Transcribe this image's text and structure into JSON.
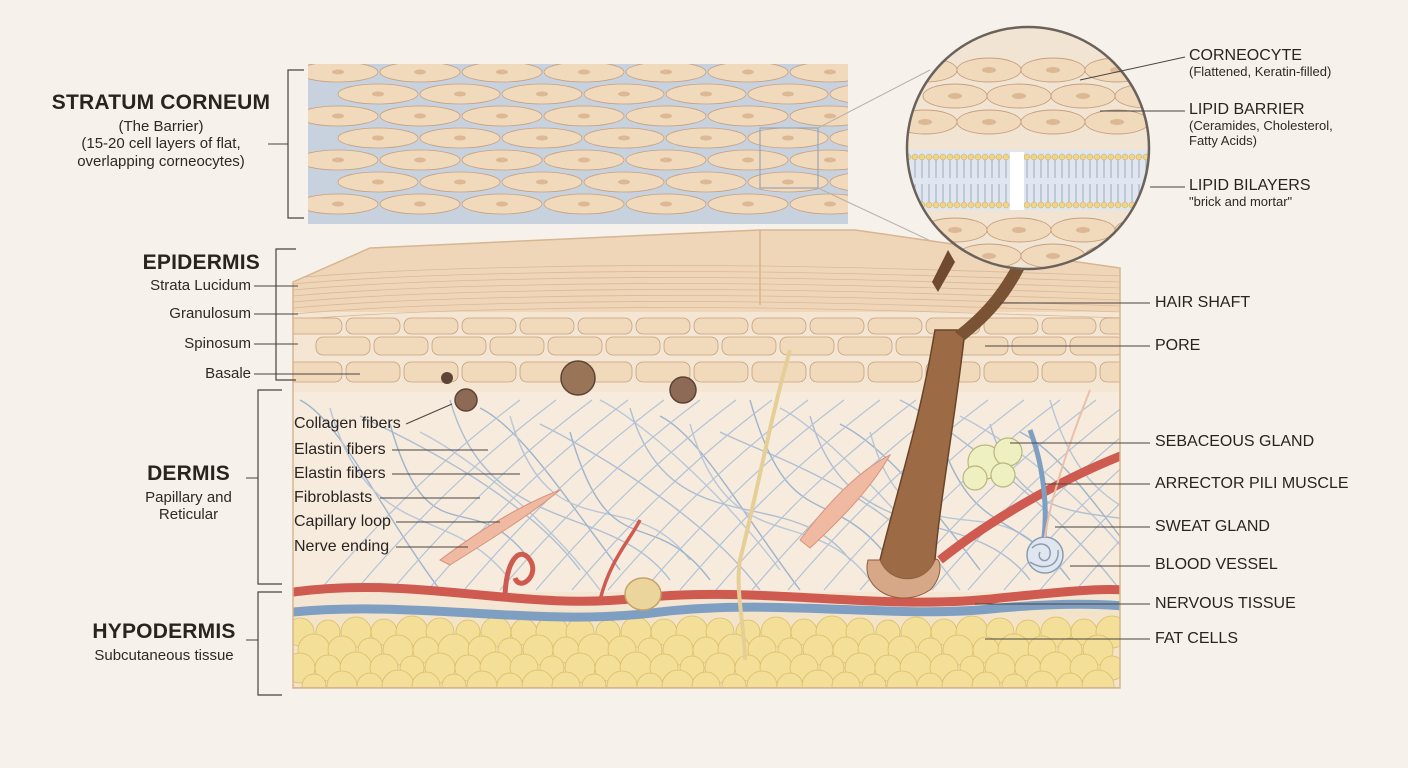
{
  "left_groups": {
    "stratum_corneum": {
      "title": "STRATUM CORNEUM",
      "lines": [
        "(The Barrier)",
        "(15-20 cell layers of flat,",
        "overlapping corneocytes)"
      ]
    },
    "epidermis": {
      "title": "EPIDERMIS",
      "layers": [
        "Strata Lucidum",
        "Granulosum",
        "Spinosum",
        "Basale"
      ]
    },
    "dermis": {
      "title": "DERMIS",
      "lines": [
        "Papillary and",
        "Reticular"
      ]
    },
    "hypodermis": {
      "title": "HYPODERMIS",
      "lines": [
        "Subcutaneous tissue"
      ]
    }
  },
  "dermis_labels": [
    "Collagen fibers",
    "Elastin fibers",
    "Elastin fibers",
    "Fibroblasts",
    "Capillary loop",
    "Nerve ending"
  ],
  "inset_labels": [
    {
      "title": "CORNEOCYTE",
      "detail": [
        "(Flattened, Keratin-filled)"
      ]
    },
    {
      "title": "LIPID BARRIER",
      "detail": [
        "(Ceramides, Cholesterol,",
        "Fatty Acids)"
      ]
    },
    {
      "title": "LIPID BILAYERS",
      "detail": [
        "\"brick and mortar\""
      ]
    }
  ],
  "right_labels": [
    "HAIR SHAFT",
    "PORE",
    "SEBACEOUS GLAND",
    "ARRECTOR PILI MUSCLE",
    "SWEAT GLAND",
    "BLOOD VESSEL",
    "NERVOUS TISSUE",
    "FAT CELLS"
  ],
  "colors": {
    "background": "#f6f1ea",
    "cell_fill": "#f1d9bc",
    "cell_stroke": "#c7a07e",
    "lipid_mortar": "#b9c6d6",
    "artery": "#d2574f",
    "vein": "#7f9fc2",
    "fat": "#f3df98",
    "hair": "#7a5234",
    "leader": "#4a4440"
  }
}
